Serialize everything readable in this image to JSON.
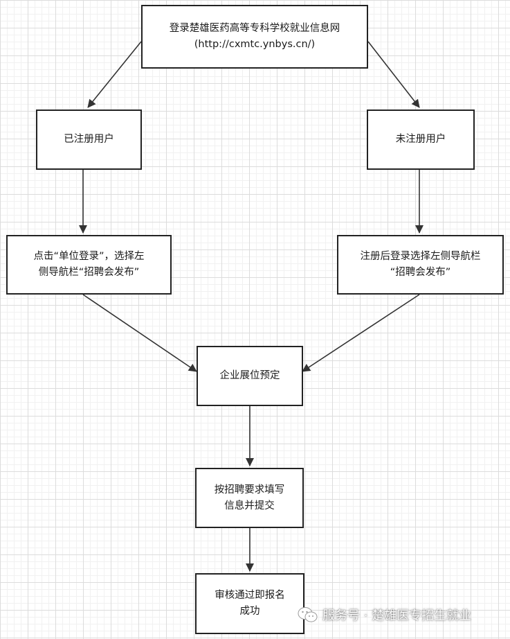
{
  "nodes": {
    "login_site": "登录楚雄医药高等专科学校就业信息网\n(http://cxmtc.ynbys.cn/)",
    "registered_user": "已注册用户",
    "unregistered_user": "未注册用户",
    "click_unit_login": "点击“单位登录”，选择左\n侧导航栏“招聘会发布”",
    "register_then_login": "注册后登录选择左侧导航栏\n“招聘会发布”",
    "booth_booking": "企业展位预定",
    "fill_and_submit": "按招聘要求填写\n信息并提交",
    "review_success": "审核通过即报名\n成功"
  },
  "watermark": {
    "text": "服务号 · 楚雄医专招生就业",
    "icon": "wechat-icon"
  }
}
